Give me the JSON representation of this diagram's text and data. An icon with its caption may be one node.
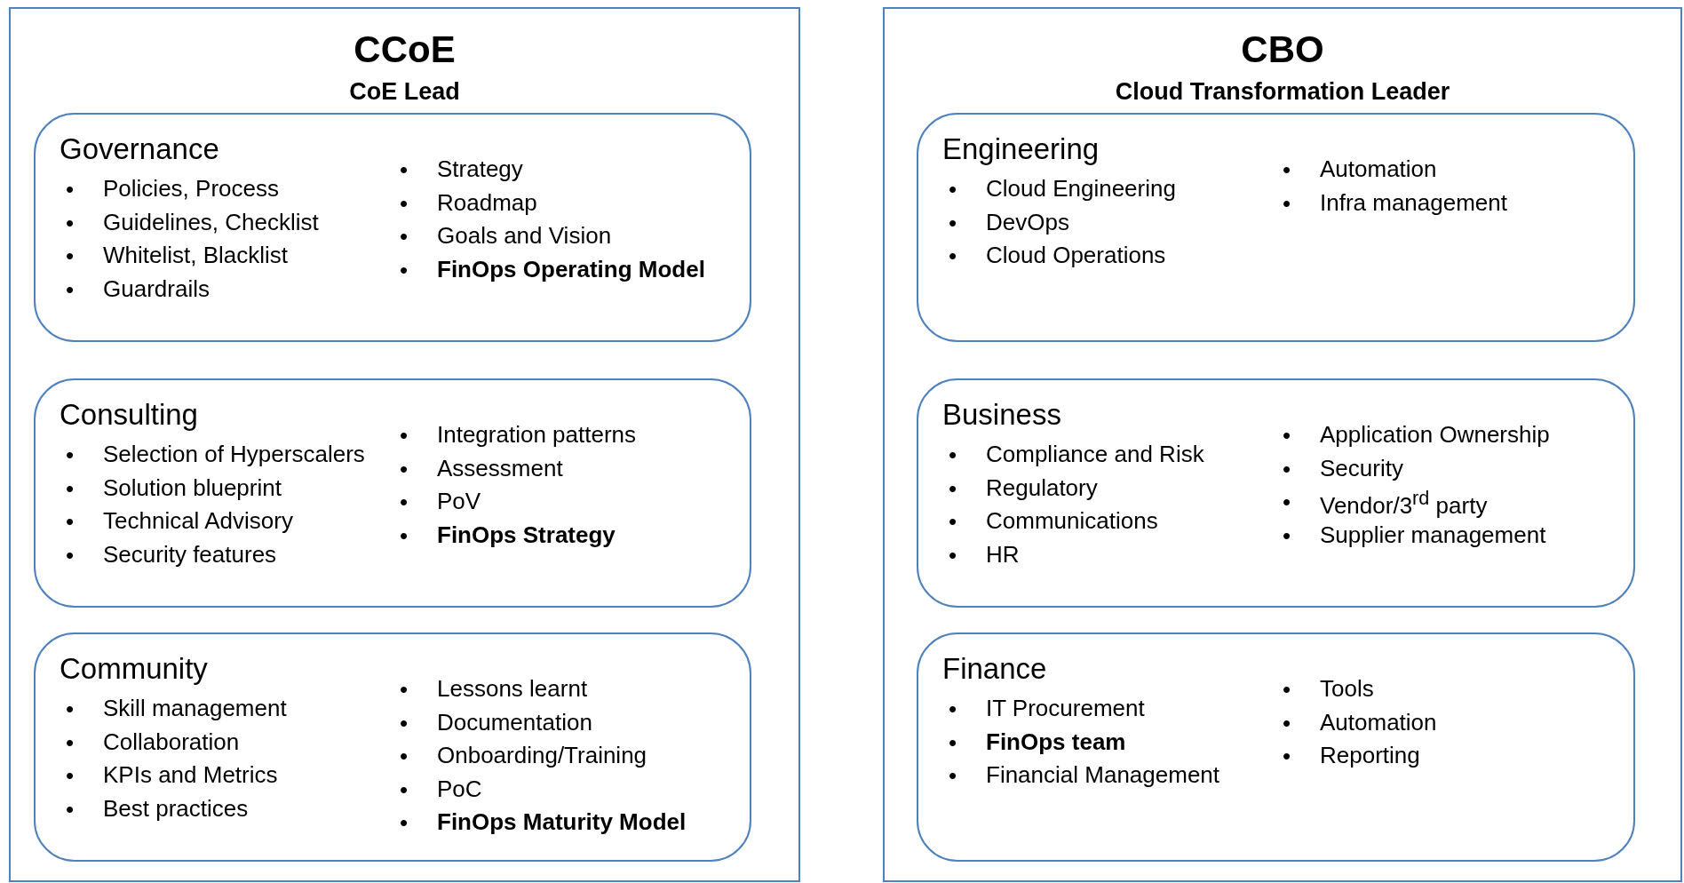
{
  "diagram": {
    "nodes": [
      {
        "text": [
          "CCoE",
          "CoE Lead"
        ]
      },
      {
        "text": [
          "Governance",
          "Policies, Process",
          "Guidelines, Checklist",
          "Whitelist, Blacklist",
          "Guardrails",
          "Strategy",
          "Roadmap",
          "Goals and Vision",
          "FinOps Operating Model"
        ],
        "in": 0
      },
      {
        "text": [
          "Consulting",
          "Selection of Hyperscalers",
          "Solution blueprint",
          "Technical Advisory",
          "Security features",
          "Integration patterns",
          "Assessment",
          "PoV",
          "FinOps Strategy"
        ],
        "in": 0
      },
      {
        "text": [
          "Community",
          "Skill management",
          "Collaboration",
          "KPIs and Metrics",
          "Best practices",
          "Lessons learnt",
          "Documentation",
          "Onboarding/Training",
          "PoC",
          "FinOps Maturity Model"
        ],
        "in": 0
      },
      {
        "text": [
          "CBO",
          "Cloud Transformation Leader"
        ]
      },
      {
        "text": [
          "Engineering",
          "Cloud Engineering",
          "DevOps",
          "Cloud Operations",
          "Automation",
          "Infra management"
        ],
        "in": 4
      },
      {
        "text": [
          "Business",
          "Compliance and Risk",
          "Regulatory",
          "Communications",
          "HR",
          "Application Ownership",
          "Security",
          "Vendor/3$^{rd}$ party",
          "Supplier management"
        ],
        "in": 4
      },
      {
        "text": [
          "Finance",
          "IT Procurement",
          "FinOps team",
          "Financial Management",
          "Tools",
          "Automation",
          "Reporting"
        ],
        "in": 4
      }
    ],
    "labels": [
      "•",
      "•",
      "•",
      "•",
      "•",
      "•",
      "•",
      "•",
      "•",
      "•",
      "•",
      "•",
      "•",
      "•",
      "•",
      "•",
      "•",
      "•",
      "•",
      "•",
      "•",
      "•",
      "•",
      "•",
      "•",
      "•",
      "•",
      "•",
      "•",
      "•",
      "•",
      "•",
      "•",
      "•",
      "•",
      "•",
      "•",
      "•",
      "•",
      "•",
      "•",
      "•",
      "•",
      "•"
    ]
  }
}
